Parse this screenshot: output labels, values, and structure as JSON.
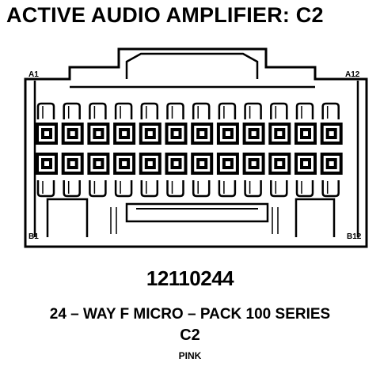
{
  "title": "ACTIVE AUDIO AMPLIFIER: C2",
  "pin_labels": {
    "top_left": "A1",
    "top_right": "A12",
    "bottom_left": "B1",
    "bottom_right": "B12"
  },
  "connector": {
    "columns": 12,
    "terminal_rows": 2,
    "ways": 24
  },
  "part_number": "12110244",
  "series": "24 – WAY F MICRO – PACK 100 SERIES",
  "connector_id": "C2",
  "color": "PINK"
}
